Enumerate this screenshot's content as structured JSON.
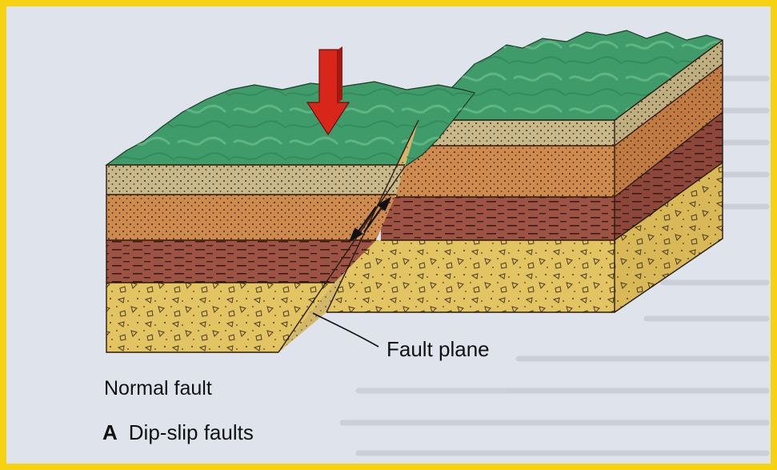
{
  "labels": {
    "fault_plane": "Fault plane",
    "fault_type": "Normal fault",
    "caption_letter": "A",
    "caption_text": "Dip-slip faults"
  },
  "colors": {
    "frame": "#f6d312",
    "page": "#dfe4ec",
    "grass": "#3f9c6a",
    "grass_pattern": "#6cc08f",
    "sandstone_tan": "#c9b98a",
    "orange_layer": "#cf8a4e",
    "shale_red": "#9c5344",
    "conglomerate_yellow": "#e3c462",
    "arrow_red": "#d9261b"
  },
  "icons": {
    "motion_arrow": "down-arrow-icon",
    "slip_arrows": "opposing-half-arrows-icon"
  }
}
